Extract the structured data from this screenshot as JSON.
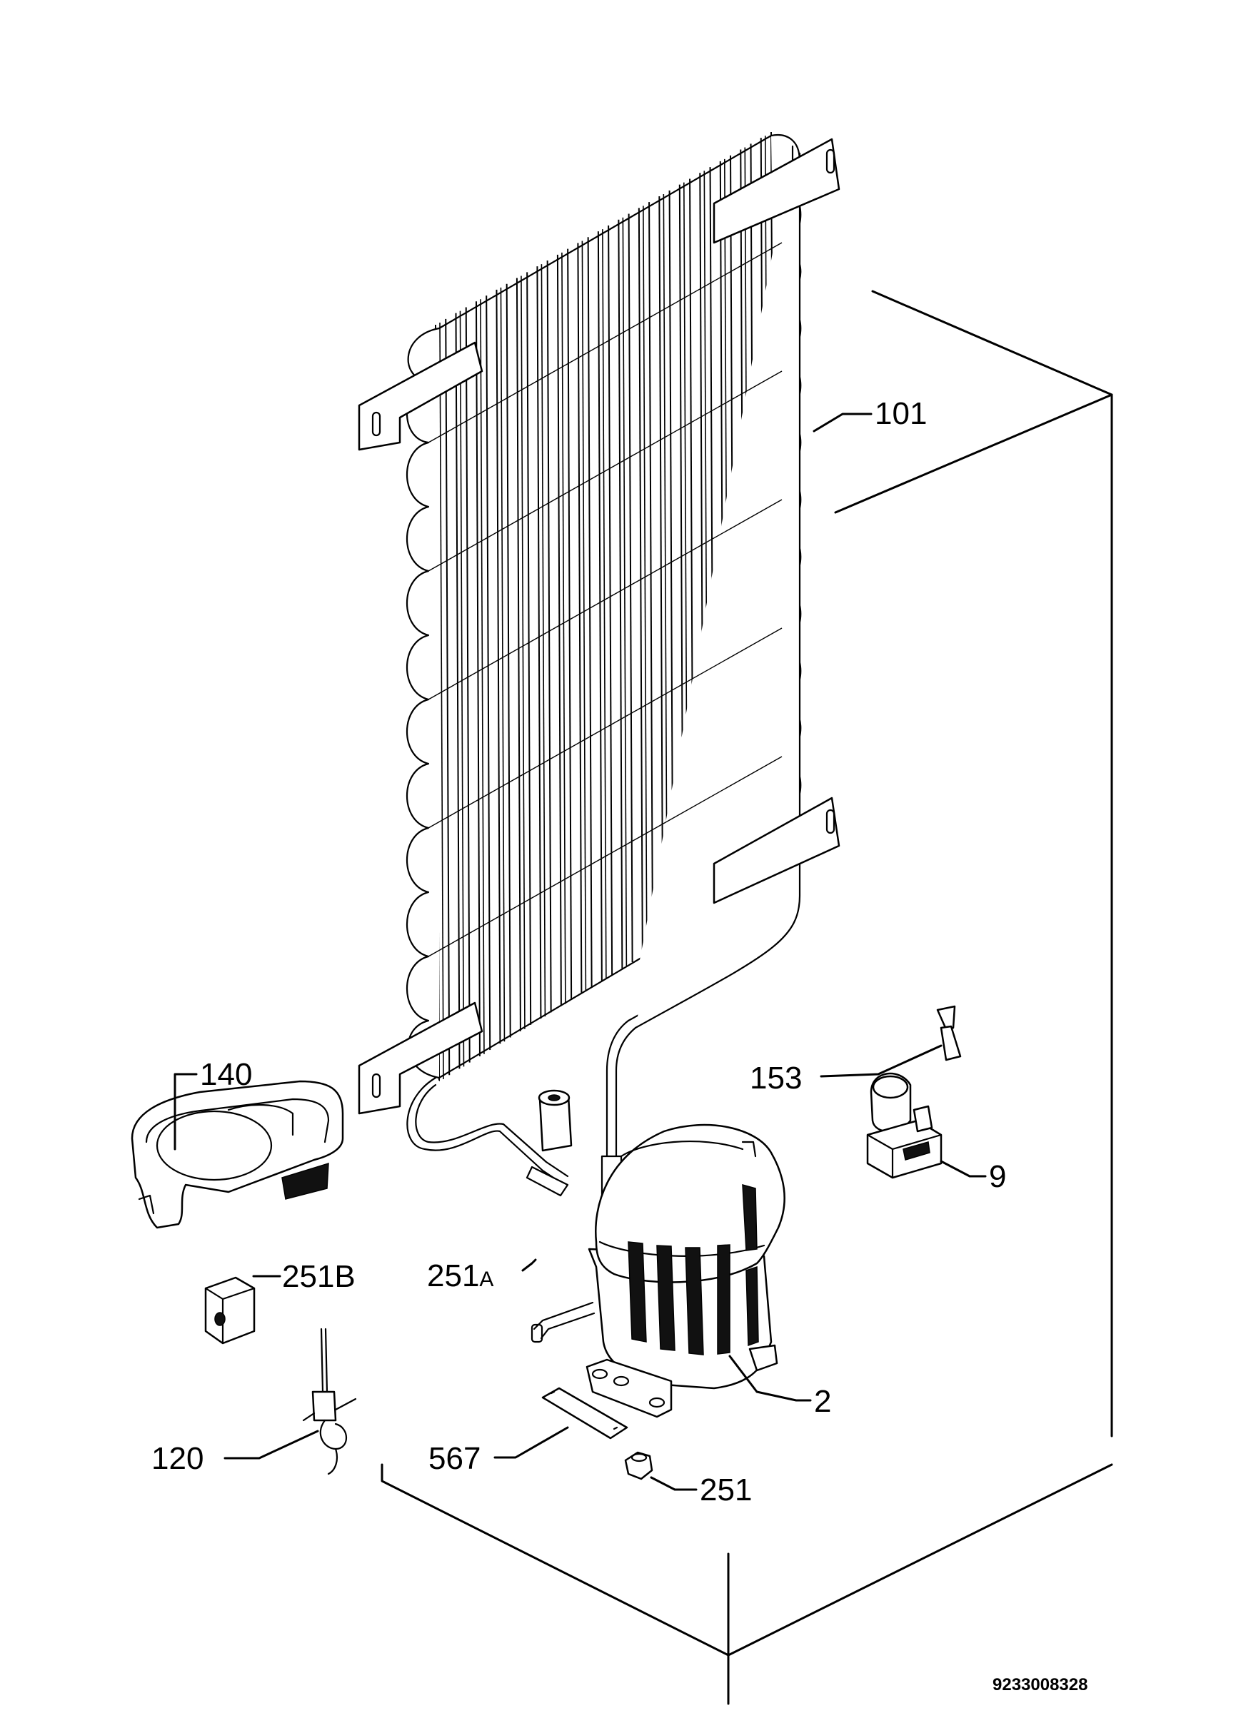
{
  "callouts": {
    "c101": "101",
    "c140": "140",
    "c153": "153",
    "c251A_num": "251",
    "c251A_suf": "A",
    "c251B": "251B",
    "c9": "9",
    "c2": "2",
    "c120": "120",
    "c567": "567",
    "c251": "251"
  },
  "doc_number": "9233008328"
}
